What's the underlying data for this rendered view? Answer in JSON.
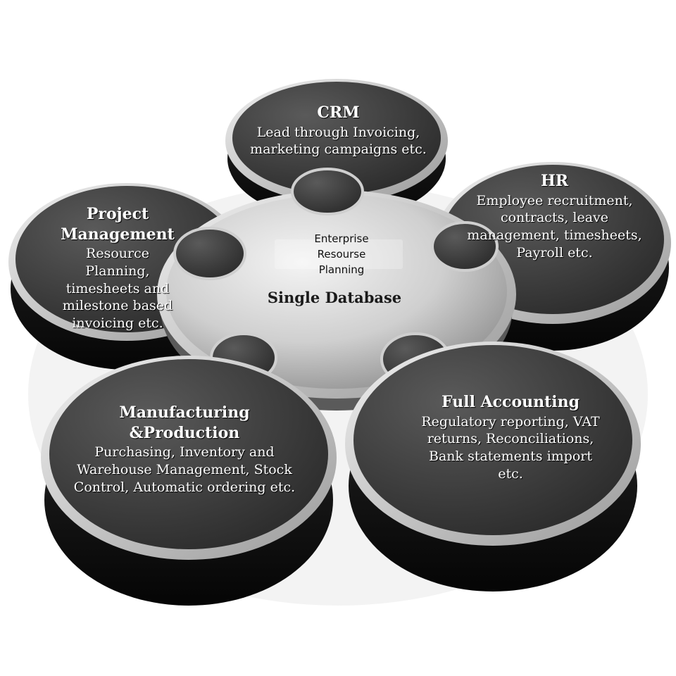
{
  "center": {
    "label": "Enterprise\nResourse\nPlanning",
    "subtitle": "Single Database"
  },
  "modules": {
    "crm": {
      "title": "CRM",
      "description": "Lead through Invoicing, marketing campaigns etc."
    },
    "hr": {
      "title": "HR",
      "description": "Employee recruitment, contracts, leave management,  timesheets, Payroll etc."
    },
    "project_management": {
      "title": "Project Management",
      "description": "Resource Planning, timesheets and milestone based invoicing etc."
    },
    "manufacturing": {
      "title": "Manufacturing &Production",
      "description": "Purchasing, Inventory and Warehouse Management, Stock Control, Automatic ordering etc."
    },
    "accounting": {
      "title": "Full  Accounting",
      "description": "Regulatory reporting, VAT returns, Reconciliations, Bank statements import etc."
    }
  },
  "colors": {
    "petal_dark": "#3a3a3a",
    "petal_side": "#1c1c1c",
    "rim": "#c8c8c8",
    "center_light": "#e2e2e2",
    "center_dark": "#8e8e8e"
  }
}
